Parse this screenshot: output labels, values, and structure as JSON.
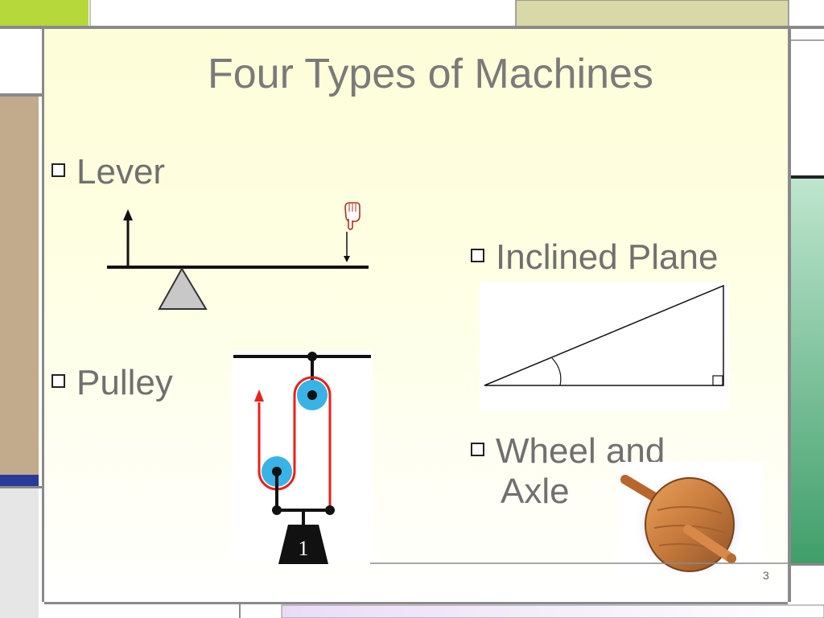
{
  "slide": {
    "title": "Four Types of Machines",
    "slide_number": "3",
    "bullets": {
      "lever": "Lever",
      "pulley": "Pulley",
      "inclined_plane": "Inclined Plane",
      "wheel_and_axle_line1": "Wheel and",
      "wheel_and_axle_line2": "Axle"
    },
    "pulley_weight_label": "1"
  },
  "colors": {
    "lime": "#b6d83b",
    "lime_light": "#d3e66b",
    "khaki": "#d8d8a8",
    "tan": "#c2aa8c",
    "navy": "#2a3a9a",
    "green_strip": "#3f9e6a",
    "gray_frame": "#8a8a8a",
    "pulley_rope": "#e8221a",
    "pulley_wheel": "#39b3e6"
  },
  "icons": {
    "pointing_hand": "pointing-hand-icon",
    "bullet_box": "square-bullet-icon"
  }
}
